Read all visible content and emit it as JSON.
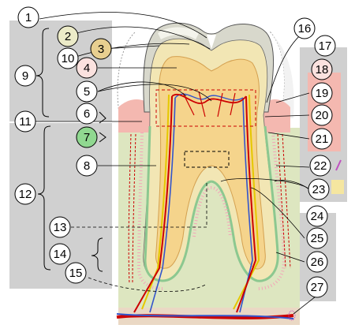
{
  "callouts": [
    {
      "id": "1",
      "fill": "#ffffff"
    },
    {
      "id": "2",
      "fill": "#ecebc8"
    },
    {
      "id": "3",
      "fill": "#e8cf90"
    },
    {
      "id": "4",
      "fill": "#fbe2df"
    },
    {
      "id": "5",
      "fill": "#ffffff"
    },
    {
      "id": "6",
      "fill": "#ffffff"
    },
    {
      "id": "7",
      "fill": "#90d890"
    },
    {
      "id": "8",
      "fill": "#ffffff"
    },
    {
      "id": "9",
      "fill": "#ffffff"
    },
    {
      "id": "10",
      "fill": "#ffffff"
    },
    {
      "id": "11",
      "fill": "#ffffff"
    },
    {
      "id": "12",
      "fill": "#ffffff"
    },
    {
      "id": "13",
      "fill": "#ffffff"
    },
    {
      "id": "14",
      "fill": "#ffffff"
    },
    {
      "id": "15",
      "fill": "#ffffff"
    },
    {
      "id": "16",
      "fill": "#ffffff"
    },
    {
      "id": "17",
      "fill": "#ffffff"
    },
    {
      "id": "18",
      "fill": "#fbe2df"
    },
    {
      "id": "19",
      "fill": "#ffffff"
    },
    {
      "id": "20",
      "fill": "#ffffff"
    },
    {
      "id": "21",
      "fill": "#ffffff"
    },
    {
      "id": "22",
      "fill": "#ffffff"
    },
    {
      "id": "23",
      "fill": "#ffffff"
    },
    {
      "id": "24",
      "fill": "#ffffff"
    },
    {
      "id": "25",
      "fill": "#ffffff"
    },
    {
      "id": "26",
      "fill": "#ffffff"
    },
    {
      "id": "27",
      "fill": "#ffffff"
    }
  ],
  "colors": {
    "panel_gray": "#d0d0d0",
    "enamel": "#d8d8cc",
    "dentin": "#f2e6b4",
    "pulp": "#f5d48c",
    "gum": "#f4b8b0",
    "bone": "#dde6c0",
    "artery": "#cc0000",
    "vein": "#3355cc",
    "nerve": "#e5c800",
    "cementum": "#8cc890",
    "ligament": "#f3a6b8"
  }
}
